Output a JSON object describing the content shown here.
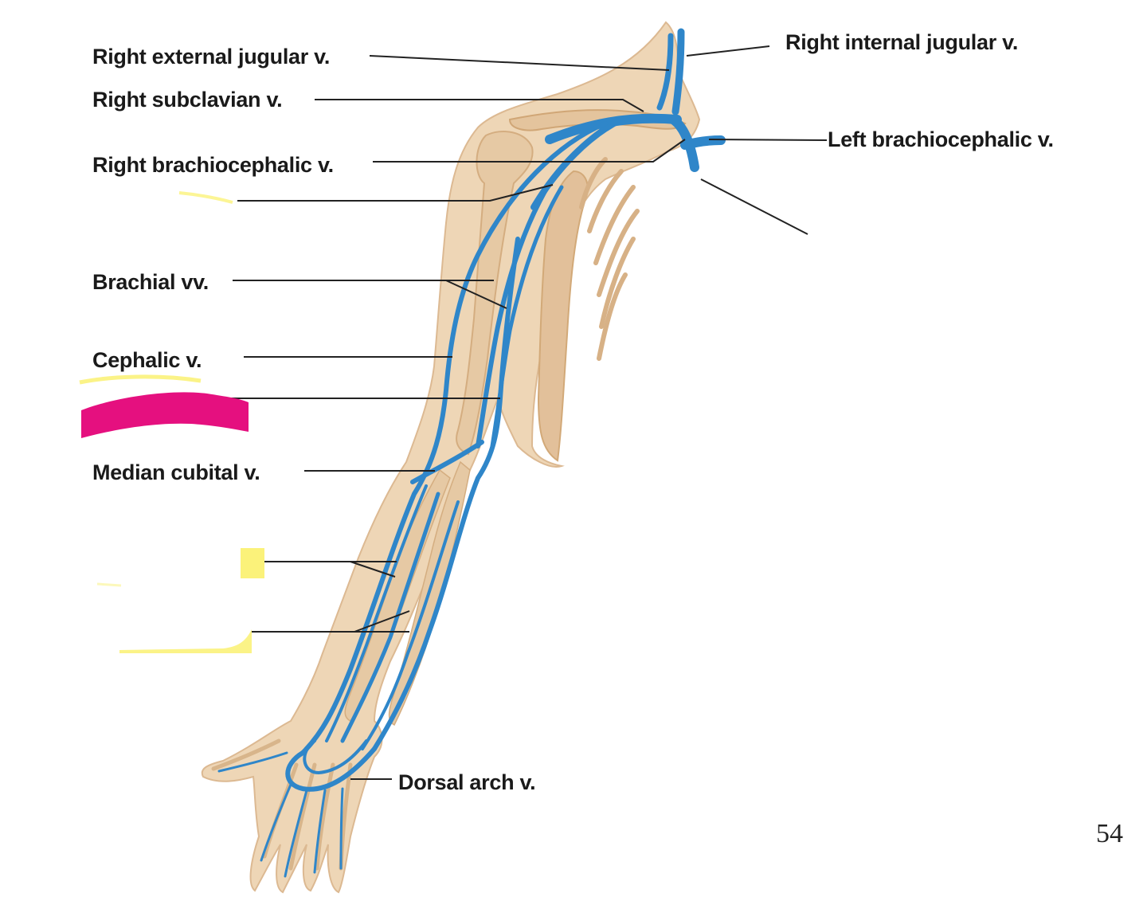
{
  "labels": {
    "right_external_jugular": "Right external jugular v.",
    "right_subclavian": "Right subclavian v.",
    "right_brachiocephalic": "Right brachiocephalic v.",
    "brachial": "Brachial vv.",
    "cephalic": "Cephalic v.",
    "median_cubital": "Median cubital v.",
    "dorsal_arch": "Dorsal arch v.",
    "right_internal_jugular": "Right internal jugular v.",
    "left_brachiocephalic": "Left brachiocephalic v."
  },
  "page_number": "54",
  "colors": {
    "skin": "#ecd3b2",
    "bone": "#d9b78c",
    "vein": "#2f86c9",
    "leader": "#222222",
    "redaction_magenta": "#e5107f",
    "highlight_yellow": "#fbf27a"
  }
}
